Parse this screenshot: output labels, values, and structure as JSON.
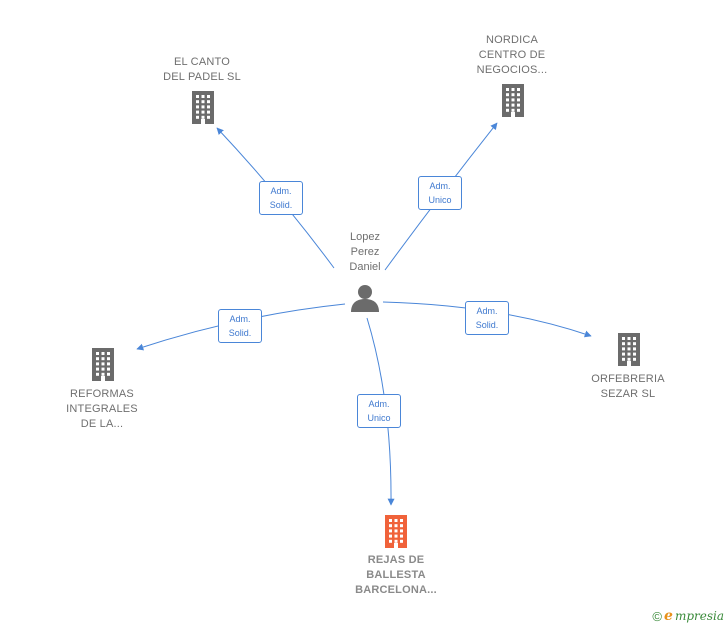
{
  "person": {
    "name": "Lopez\nPerez\nDaniel",
    "icon": "person-icon",
    "color": "#6b6b6b"
  },
  "companies": [
    {
      "id": "canto",
      "name": "EL CANTO\nDEL PADEL  SL",
      "color": "#6b6b6b",
      "relation": "Adm.\nSolid."
    },
    {
      "id": "nordica",
      "name": "NORDICA\nCENTRO DE\nNEGOCIOS...",
      "color": "#6b6b6b",
      "relation": "Adm.\nUnico"
    },
    {
      "id": "reformas",
      "name": "REFORMAS\nINTEGRALES\nDE LA...",
      "color": "#6b6b6b",
      "relation": "Adm.\nSolid."
    },
    {
      "id": "orfebreria",
      "name": "ORFEBRERIA\nSEZAR SL",
      "color": "#6b6b6b",
      "relation": "Adm.\nSolid."
    },
    {
      "id": "rejas",
      "name": "REJAS DE\nBALLESTA\nBARCELONA...",
      "color": "#f0623a",
      "relation": "Adm.\nUnico"
    }
  ],
  "edge_color": "#4a86d8",
  "footer": {
    "symbol": "©",
    "brand_initial": "e",
    "brand_rest": "mpresia"
  }
}
